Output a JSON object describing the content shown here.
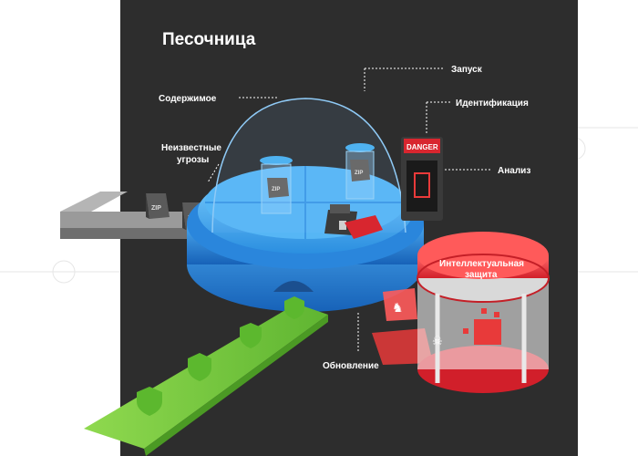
{
  "title": "Песочница",
  "labels": {
    "contents": "Содержимое",
    "launch": "Запуск",
    "identification": "Идентификация",
    "unknown_threats_line1": "Неизвестные",
    "unknown_threats_line2": "угрозы",
    "analysis": "Анализ",
    "update": "Обновление",
    "intel_line1": "Интеллектуальная",
    "intel_line2": "защита"
  },
  "tags": {
    "zip": "ZIP",
    "danger": "DANGER"
  },
  "colors": {
    "panel": "#2d2d2d",
    "dome_blue": "#5bb8f0",
    "platform_blue": "#1f78d1",
    "green": "#7ac943",
    "red": "#e83a3a",
    "conveyor_gray": "#8a8a8a"
  },
  "icons": [
    "shield-check-icon",
    "zip-file-icon",
    "danger-sign-icon",
    "skull-icon",
    "rocking-horse-icon"
  ]
}
